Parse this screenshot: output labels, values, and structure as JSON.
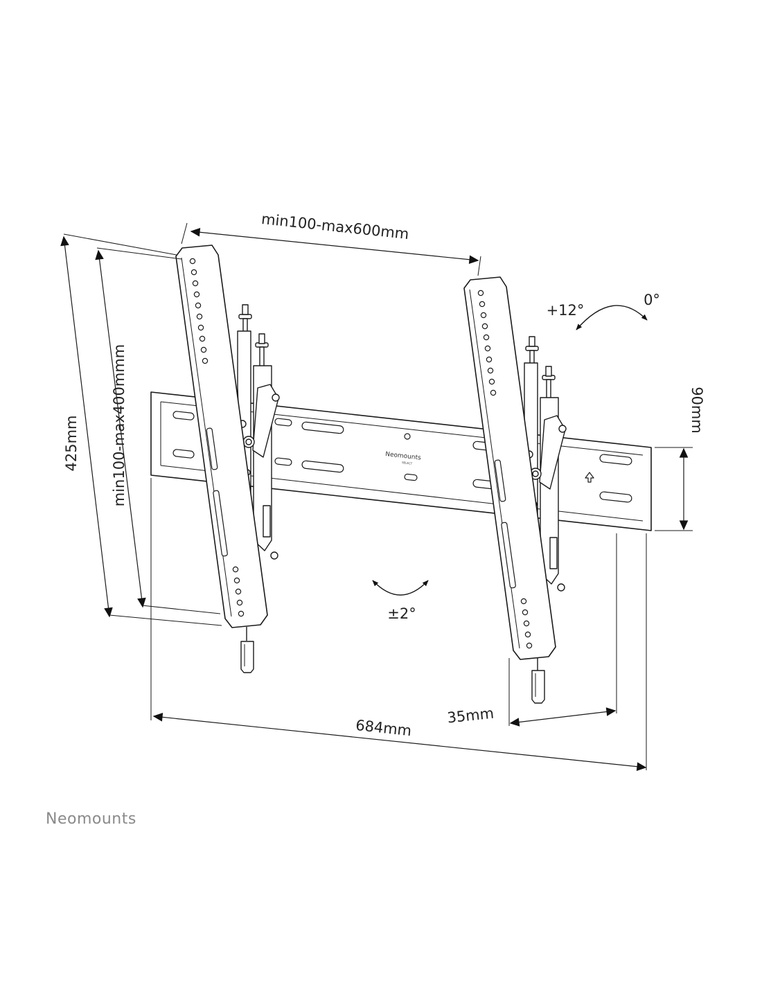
{
  "dimensions": {
    "width_range": "min100-max600mm",
    "height_range": "min100-max400mmm",
    "total_height": "425mm",
    "plate_height": "90mm",
    "total_width": "684mm",
    "depth": "35mm",
    "tilt_up": "+12°",
    "tilt_zero": "0°",
    "level_adjust": "±2°"
  },
  "plate": {
    "logo": "Neomounts",
    "logo_sub": "SELECT"
  },
  "brand": "Neomounts",
  "colors": {
    "line": "#1a1a1a",
    "brand_gray": "#8a8a8a"
  }
}
